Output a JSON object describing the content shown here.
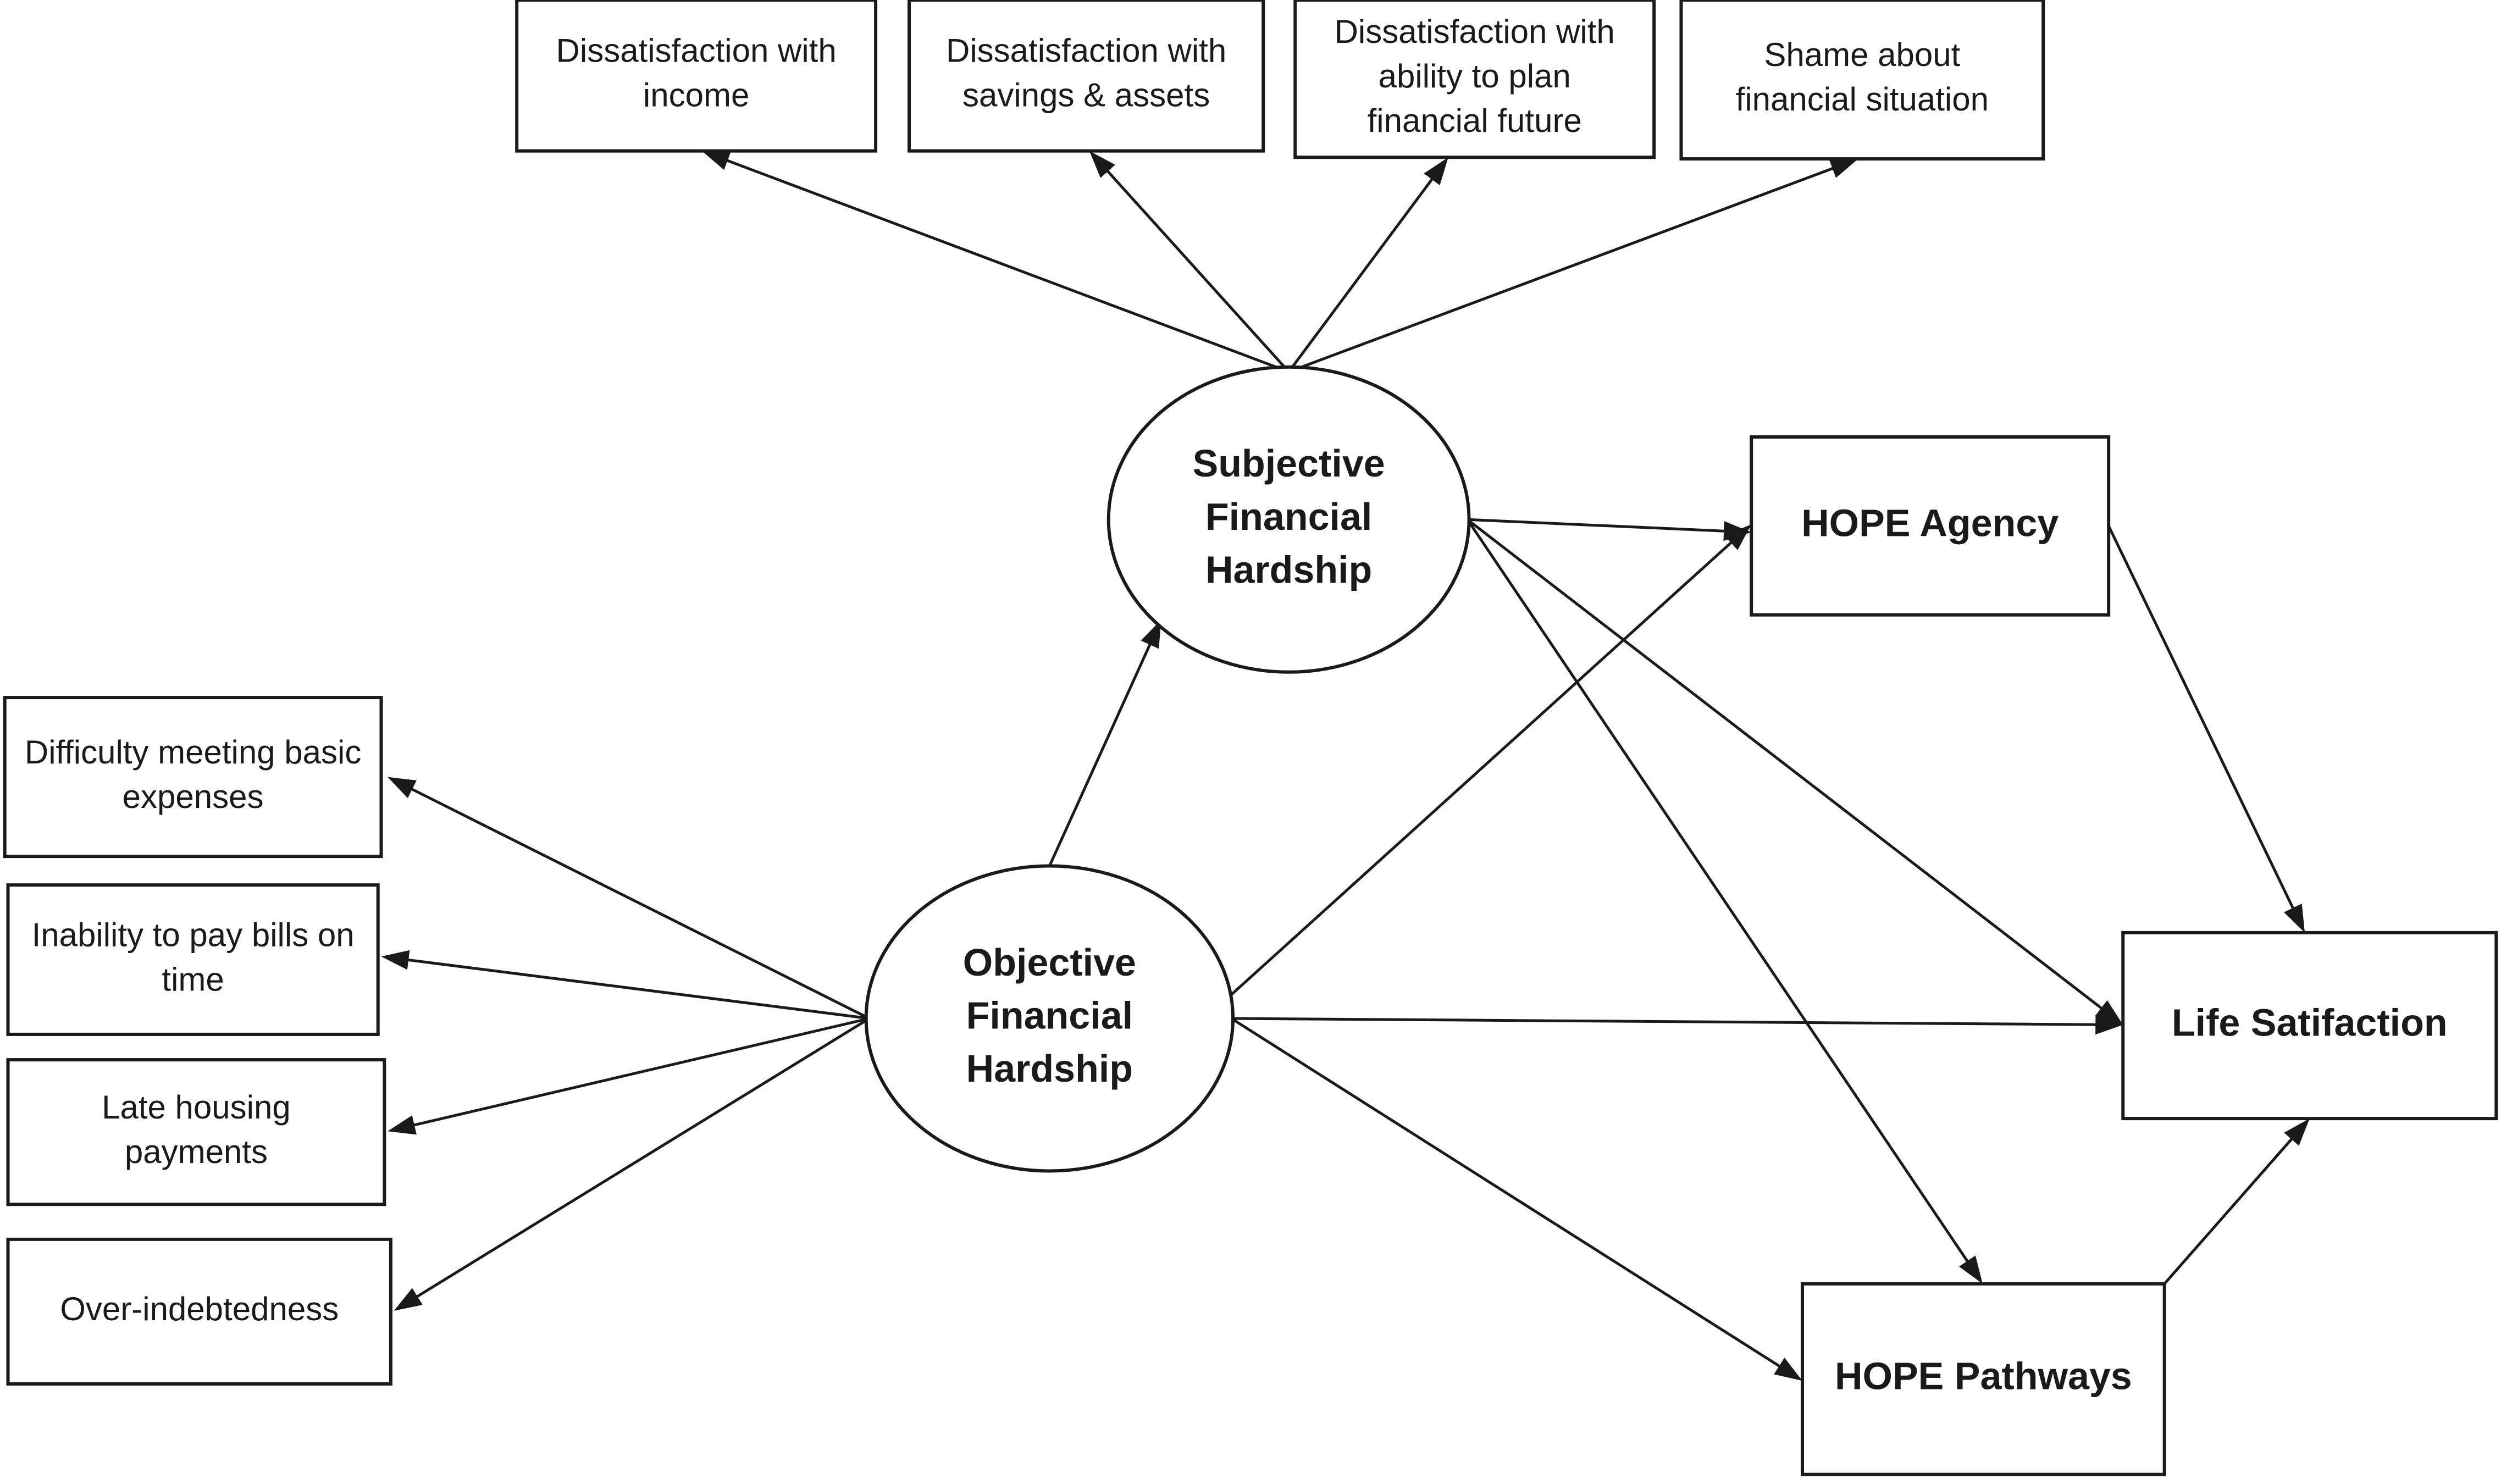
{
  "diagram": {
    "nodes": {
      "subj_ind_income": {
        "lines": [
          "Dissatisfaction with",
          "income"
        ]
      },
      "subj_ind_savings": {
        "lines": [
          "Dissatisfaction with",
          "savings & assets"
        ]
      },
      "subj_ind_plan": {
        "lines": [
          "Dissatisfaction with",
          "ability to plan",
          "financial future"
        ]
      },
      "subj_ind_shame": {
        "lines": [
          "Shame about",
          "financial situation"
        ]
      },
      "subjective": {
        "lines": [
          "Subjective",
          "Financial",
          "Hardship"
        ]
      },
      "objective": {
        "lines": [
          "Objective",
          "Financial",
          "Hardship"
        ]
      },
      "obj_ind_basic": {
        "lines": [
          "Difficulty meeting basic",
          "expenses"
        ]
      },
      "obj_ind_bills": {
        "lines": [
          "Inability to pay bills on",
          "time"
        ]
      },
      "obj_ind_housing": {
        "lines": [
          "Late housing",
          "payments"
        ]
      },
      "obj_ind_debt": {
        "lines": [
          "Over-indebtedness"
        ]
      },
      "hope_agency": {
        "lines": [
          "HOPE Agency"
        ]
      },
      "hope_pathways": {
        "lines": [
          "HOPE Pathways"
        ]
      },
      "life_satisfaction": {
        "lines": [
          "Life Satifaction"
        ]
      }
    },
    "edges": [
      {
        "from": "subjective",
        "to": "subj_ind_income"
      },
      {
        "from": "subjective",
        "to": "subj_ind_savings"
      },
      {
        "from": "subjective",
        "to": "subj_ind_plan"
      },
      {
        "from": "subjective",
        "to": "subj_ind_shame"
      },
      {
        "from": "objective",
        "to": "obj_ind_basic"
      },
      {
        "from": "objective",
        "to": "obj_ind_bills"
      },
      {
        "from": "objective",
        "to": "obj_ind_housing"
      },
      {
        "from": "objective",
        "to": "obj_ind_debt"
      },
      {
        "from": "objective",
        "to": "subjective"
      },
      {
        "from": "objective",
        "to": "hope_agency"
      },
      {
        "from": "objective",
        "to": "life_satisfaction"
      },
      {
        "from": "objective",
        "to": "hope_pathways"
      },
      {
        "from": "subjective",
        "to": "hope_agency"
      },
      {
        "from": "subjective",
        "to": "life_satisfaction"
      },
      {
        "from": "subjective",
        "to": "hope_pathways"
      },
      {
        "from": "hope_agency",
        "to": "life_satisfaction"
      },
      {
        "from": "hope_pathways",
        "to": "life_satisfaction"
      }
    ]
  }
}
